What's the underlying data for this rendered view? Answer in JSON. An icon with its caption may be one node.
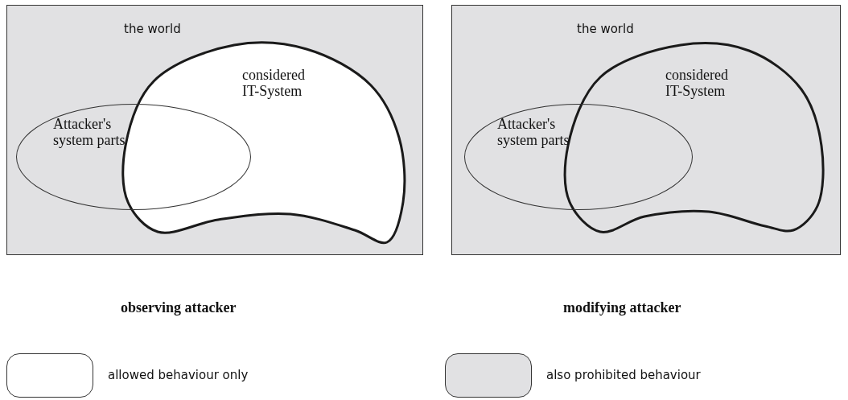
{
  "diagram": {
    "nodes": [
      {
        "text": [
          "the world"
        ]
      },
      {
        "text": [
          "considered IT-System"
        ],
        "in": 0
      },
      {
        "text": [
          "Attacker's system parts"
        ],
        "in": 0
      },
      {
        "text": [
          "the world"
        ]
      },
      {
        "text": [
          "considered IT-System"
        ],
        "in": 3
      },
      {
        "text": [
          "Attacker's system parts"
        ],
        "in": 3
      }
    ],
    "labels": [
      "observing attacker",
      "modifying attacker"
    ],
    "legend": [
      {
        "text": "allowed behaviour only",
        "color": "#ffffff"
      },
      {
        "text": "also prohibited behaviour",
        "color": "#e1e1e3"
      }
    ]
  }
}
